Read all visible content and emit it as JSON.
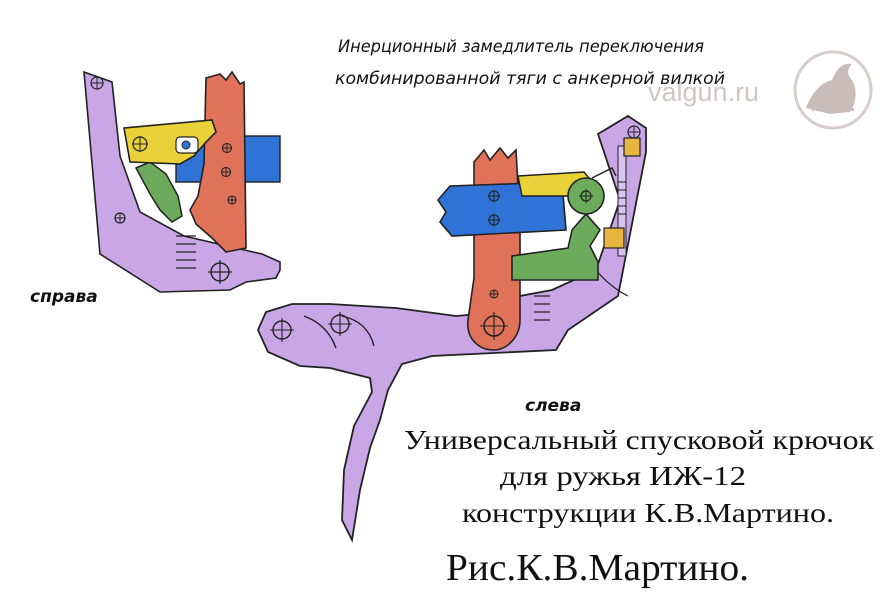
{
  "annotation": {
    "line1": "Инерционный замедлитель переключения",
    "line2": "комбинированной тяги с анкерной вилкой"
  },
  "watermark": {
    "text": "valgun.ru",
    "logo": "grouse-bird-logo"
  },
  "labels": {
    "right_side": "справа",
    "left_side": "слева"
  },
  "caption": {
    "line1": "Универсальный спусковой крючок",
    "line2": "для ружья ИЖ-12",
    "line3": "конструкции  К.В.Мартино."
  },
  "credit": "Рис.К.В.Мартино.",
  "colors": {
    "violet": "#c9a6e6",
    "red": "#e0725a",
    "blue": "#2f73d6",
    "yellow": "#e9d13a",
    "green": "#6cab5c",
    "gold": "#e6b640",
    "outline": "#222222"
  }
}
